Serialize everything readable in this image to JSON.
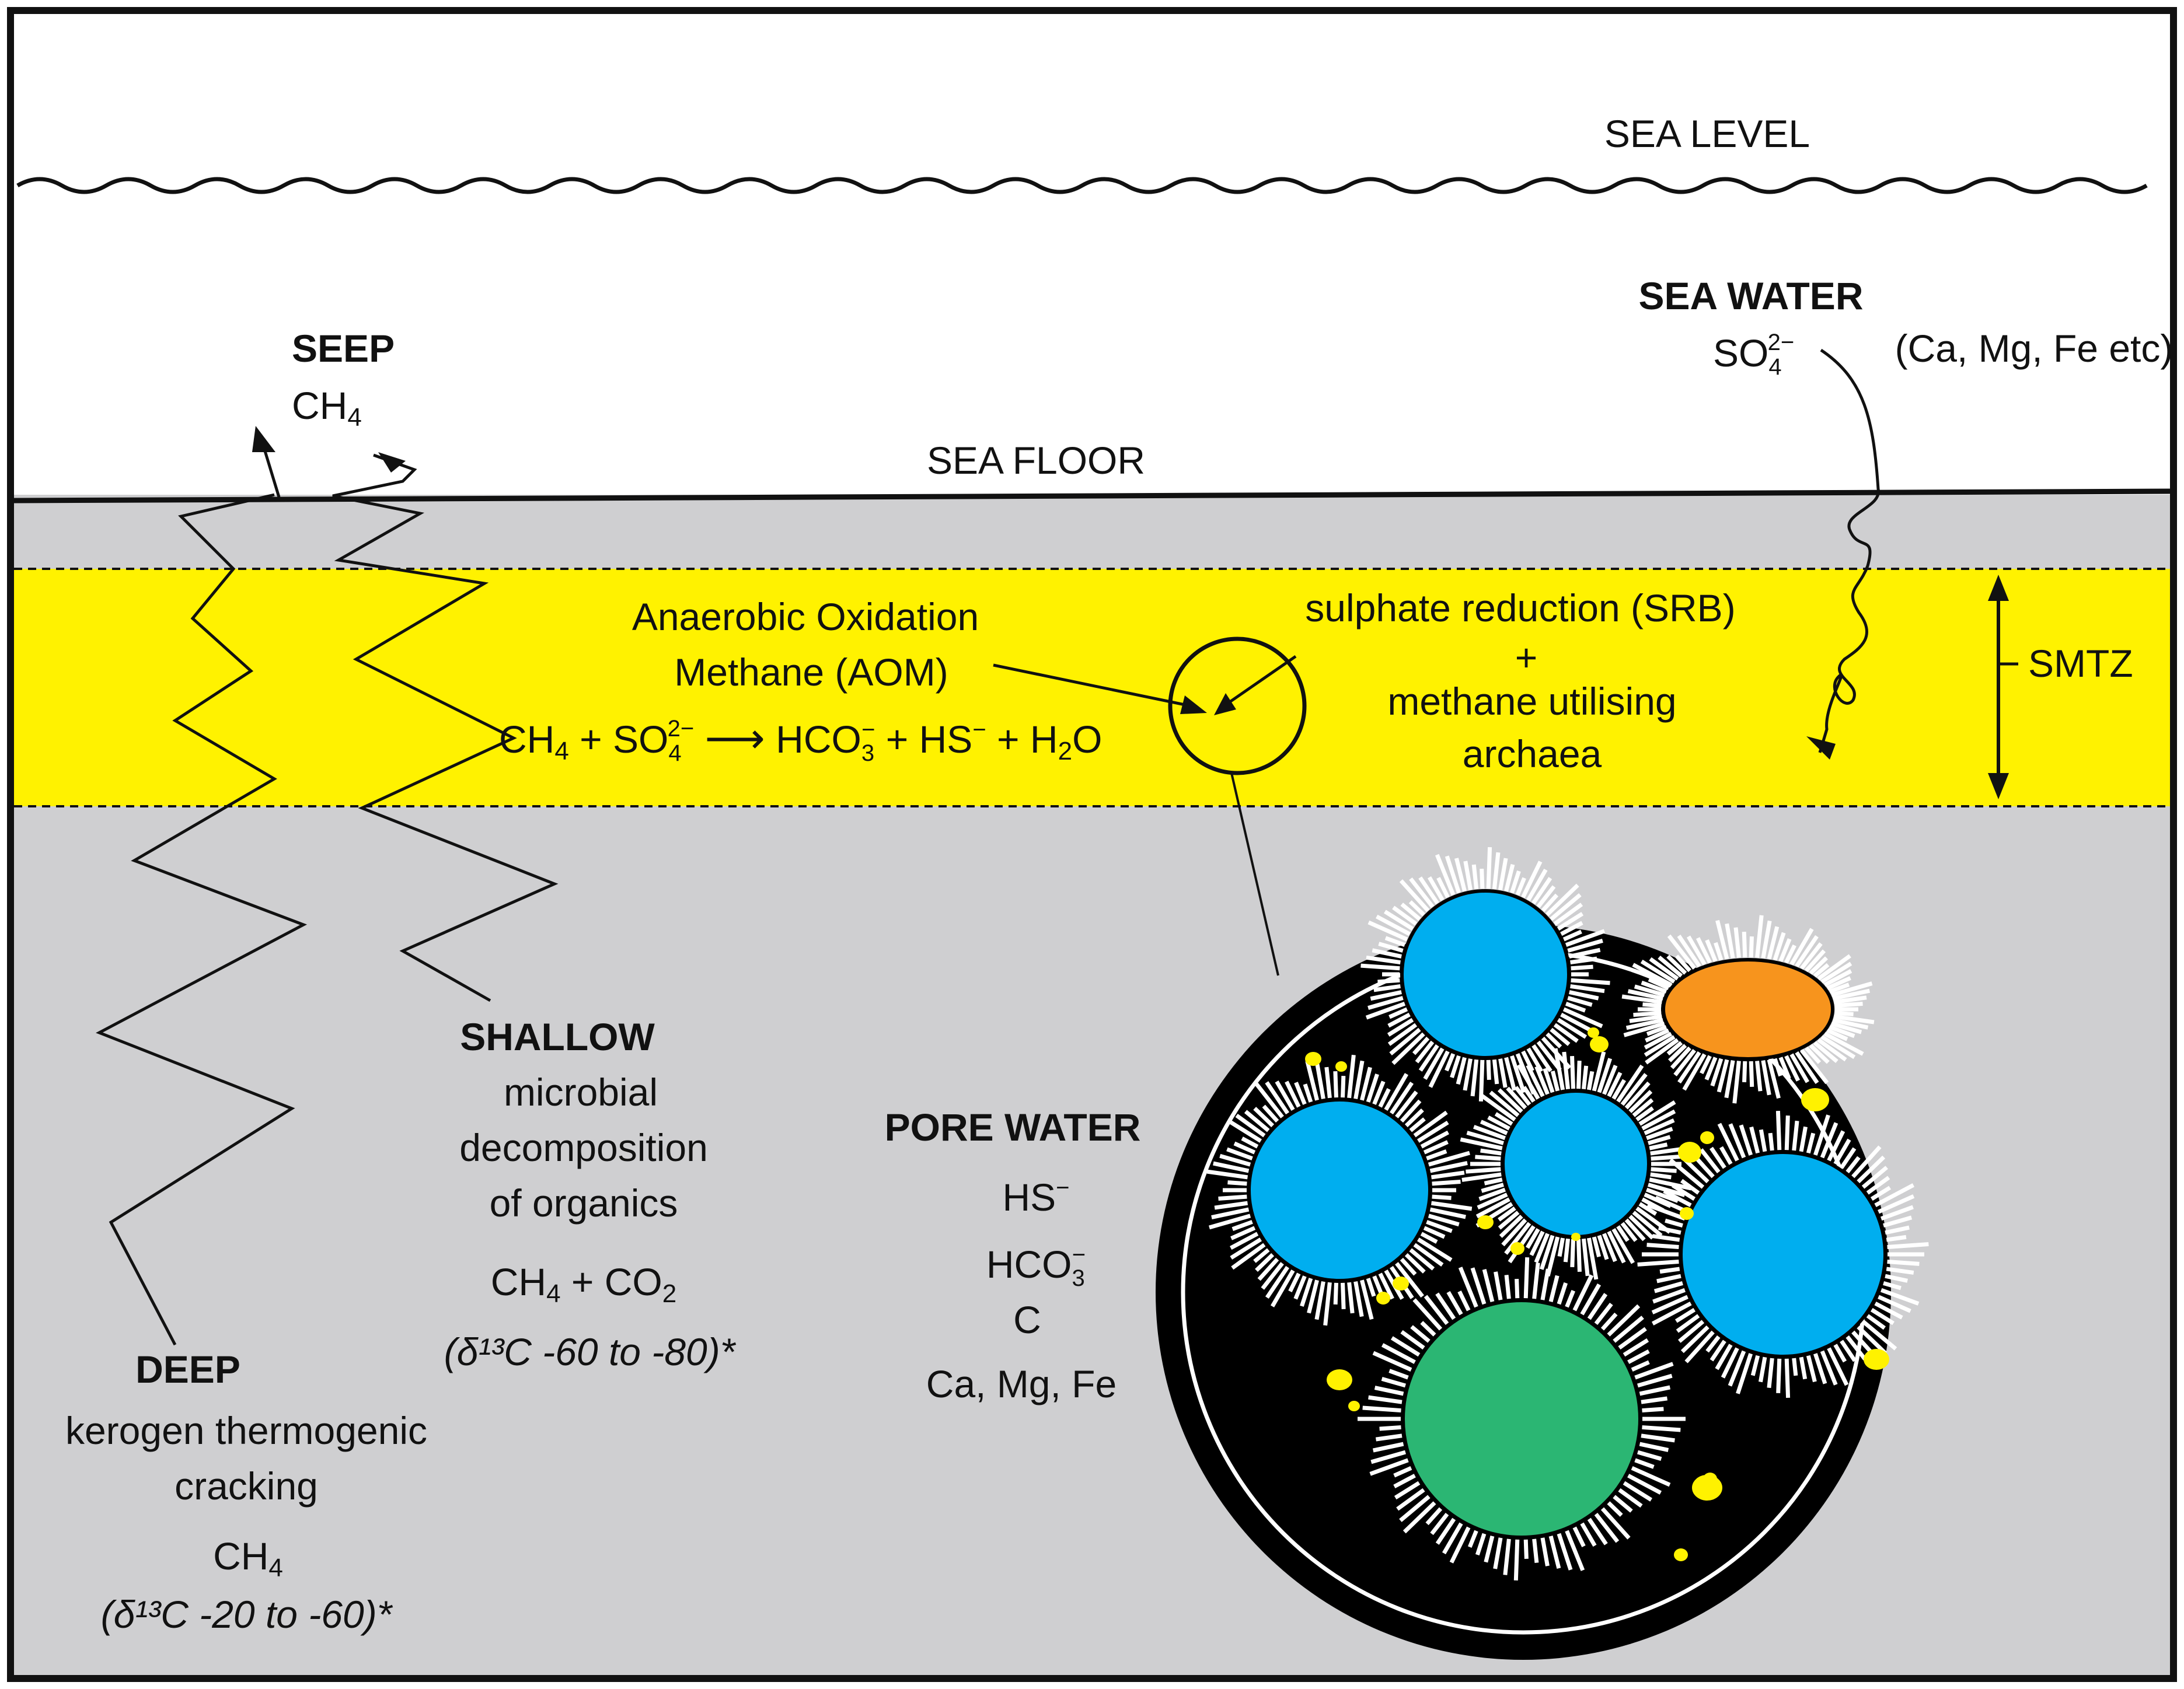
{
  "labels": {
    "sea_level": "SEA LEVEL",
    "sea_floor": "SEA FLOOR",
    "sea_water": "SEA WATER",
    "sea_water_ions": "(Ca, Mg, Fe etc)",
    "seep": "SEEP",
    "smtz": "SMTZ",
    "aom_line1": "Anaerobic Oxidation",
    "aom_line2": "Methane (AOM)",
    "srb_line1": "sulphate reduction (SRB)",
    "srb_plus": "+",
    "srb_line2": "methane utilising",
    "srb_line3": "archaea",
    "shallow_title": "SHALLOW",
    "shallow_l1": "microbial",
    "shallow_l2": "decomposition",
    "shallow_l3": "of organics",
    "shallow_isotope": "(δ¹³C -60 to -80)*",
    "deep_title": "DEEP",
    "deep_l1": "kerogen thermogenic",
    "deep_l2": "cracking",
    "deep_isotope": "(δ¹³C -20 to -60)*",
    "pore_water": "PORE WATER",
    "pore_c": "C",
    "pore_cations": "Ca, Mg, Fe"
  },
  "colors": {
    "sediment": "#cfcfd1",
    "smtz_band": "#fff200",
    "cell_blue": "#00aeef",
    "cell_orange": "#f7941d",
    "cell_green": "#2bb673",
    "sulfur_grain": "#fff200",
    "line": "#111111"
  }
}
